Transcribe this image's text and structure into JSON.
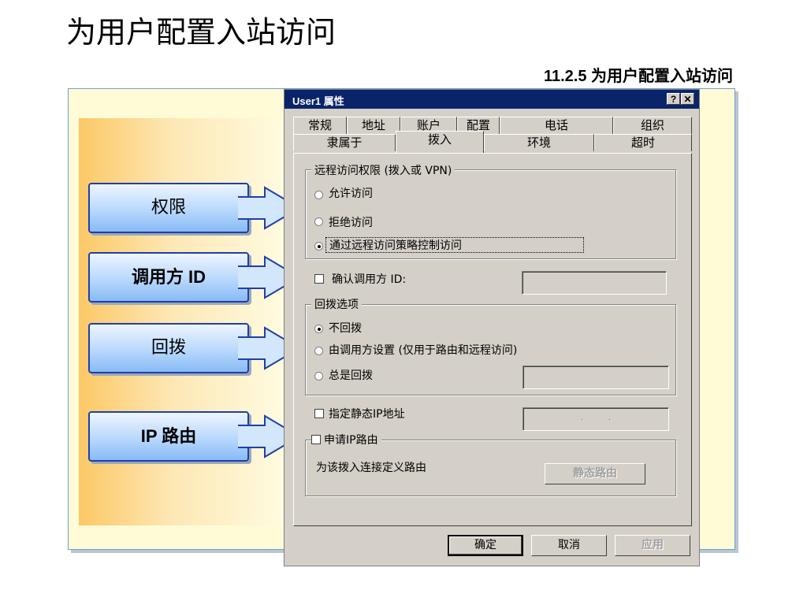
{
  "slide": {
    "title": "为用户配置入站访问",
    "section": "11.2.5 为用户配置入站访问"
  },
  "callouts": [
    {
      "label": "权限"
    },
    {
      "label": "调用方 ID"
    },
    {
      "label": "回拨"
    },
    {
      "label": "IP 路由"
    }
  ],
  "dialog": {
    "title": "User1 属性",
    "help_button": "?",
    "close_button": "✕",
    "tabs_row1": [
      "常规",
      "地址",
      "账户",
      "配置",
      "电话",
      "组织"
    ],
    "tabs_row2": [
      "隶属于",
      "拨入",
      "环境",
      "超时"
    ],
    "active_tab": "拨入",
    "remote_access": {
      "legend": "远程访问权限 (拨入或 VPN)",
      "allow": "允许访问",
      "deny": "拒绝访问",
      "policy": "通过远程访问策略控制访问",
      "selected": "policy"
    },
    "caller_id": {
      "label": "确认调用方 ID:",
      "value": ""
    },
    "callback": {
      "legend": "回拨选项",
      "none": "不回拨",
      "caller": "由调用方设置 (仅用于路由和远程访问)",
      "always": "总是回拨",
      "selected": "none",
      "number_value": ""
    },
    "static_ip": {
      "label": "指定静态IP地址",
      "address_value": ".          ."
    },
    "ip_routes": {
      "label": "申请IP路由",
      "description": "为该拨入连接定义路由",
      "button": "静态路由"
    },
    "buttons": {
      "ok": "确定",
      "cancel": "取消",
      "apply": "应用"
    }
  },
  "colors": {
    "titlebar": "#0a246a",
    "callout_border": "#1f3fa8",
    "dialog_bg": "#d4d0c8"
  }
}
